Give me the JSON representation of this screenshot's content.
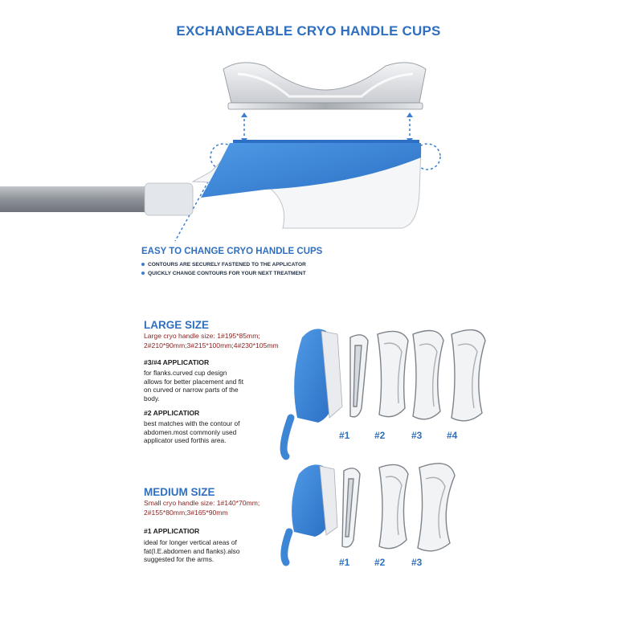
{
  "title": "EXCHANGEABLE CRYO HANDLE CUPS",
  "easy_change": {
    "title": "EASY TO CHANGE CRYO HANDLE CUPS",
    "bullets": [
      "CONTOURS ARE SECURELY FASTENED TO THE APPLICATOR",
      "QUICKLY CHANGE CONTOURS FOR YOUR NEXT TREATMENT"
    ]
  },
  "large": {
    "title": "LARGE SIZE",
    "spec_lines": [
      "Large cryo handle size: 1#195*85mm;",
      "2#210*90mm;3#215*100mm;4#230*105mm"
    ],
    "app1_title": "#3/#4 APPLICATIOR",
    "app1_lines": [
      "for flanks.curved cup design",
      "allows for better placement and fit",
      "on curved or narrow parts of the",
      "body."
    ],
    "app2_title": "#2 APPLICATIOR",
    "app2_lines": [
      "best matches with the contour of",
      "abdomen.most commonly used",
      "applicator used forthis area."
    ],
    "cups": [
      "#1",
      "#2",
      "#3",
      "#4"
    ]
  },
  "medium": {
    "title": "MEDIUM SIZE",
    "spec_lines": [
      "Small cryo handle size: 1#140*70mm;",
      "2#155*80mm;3#165*90mm"
    ],
    "app_title": "#1 APPLICATIOR",
    "app_lines": [
      "ideal for longer vertical areas of",
      "fat(I.E.abdomen and flanks).also",
      "suggested for the arms."
    ],
    "cups": [
      "#1",
      "#2",
      "#3"
    ]
  },
  "colors": {
    "accent_blue": "#2f6fc0",
    "spec_red": "#8b1f1f",
    "applicator_blue": "#3d86d6"
  }
}
